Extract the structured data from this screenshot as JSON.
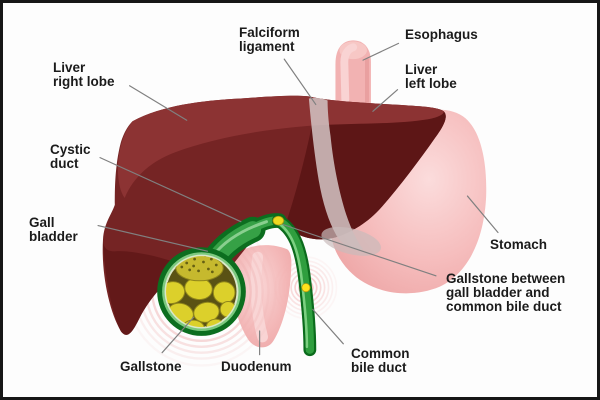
{
  "diagram": {
    "labels": {
      "falciform_ligament": "Falciform\nligament",
      "esophagus": "Esophagus",
      "liver_right_lobe": "Liver\nright lobe",
      "liver_left_lobe": "Liver\nleft lobe",
      "cystic_duct": "Cystic\nduct",
      "gall_bladder": "Gall\nbladder",
      "stomach": "Stomach",
      "gallstone_between": "Gallstone between\ngall bladder and\ncommon bile duct",
      "common_bile_duct": "Common\nbile duct",
      "gallstone": "Gallstone",
      "duodenum": "Duodenum"
    },
    "colors": {
      "background": "#fdfdfd",
      "border": "#161616",
      "label_text": "#1b1b1b",
      "leader_line": "#808080",
      "liver_top_surface": "#8c3333",
      "liver_front": "#752424",
      "liver_left_lobe_dark": "#5d1616",
      "falciform_gray": "#d0bfbf",
      "esophagus_pink": "#f2b2b2",
      "stomach_pink": "#f5bcbc",
      "duodenum_pink": "#f3b6b6",
      "bile_duct_green_dark": "#0c6e1f",
      "bile_duct_green": "#2f9e3e",
      "gallstone_yellow": "#dcd02b",
      "speckled_stone_olive": "#c6b92e",
      "pain_ring_pink": "#f0b4b4"
    }
  }
}
